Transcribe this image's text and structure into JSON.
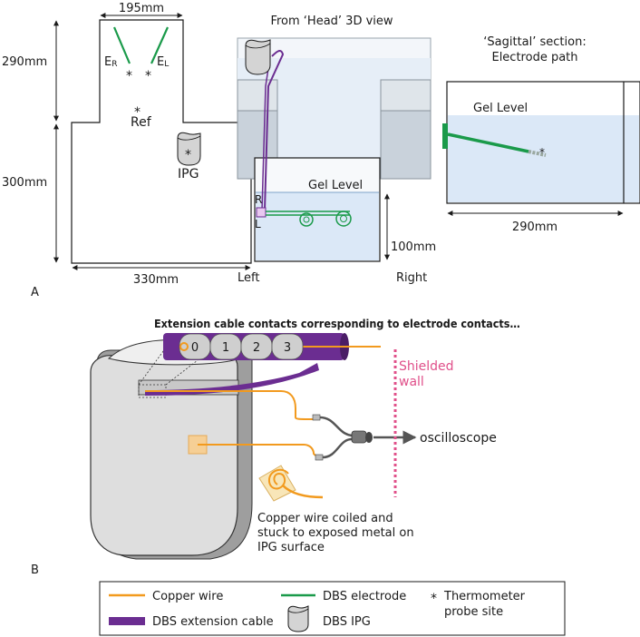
{
  "colors": {
    "copper": "#f29a1e",
    "electrode": "#1a9a4a",
    "extension": "#6b2d91",
    "gel": "#dbe8f7",
    "ipg": "#d4d4d4",
    "shield": "#e0508a"
  },
  "panelA": {
    "panel_label": "A",
    "phantom": {
      "top_width": "195mm",
      "upper_height": "290mm",
      "lower_height": "300mm",
      "bottom_width": "330mm",
      "electrode_right": "E",
      "electrode_right_sub": "R",
      "electrode_left": "E",
      "electrode_left_sub": "L",
      "ref_label": "Ref",
      "ipg_label": "IPG",
      "probe_symbol": "*"
    },
    "head_view": {
      "title": "From ‘Head’ 3D view",
      "gel_level": "Gel Level",
      "r_label": "R",
      "l_label": "L",
      "depth": "100mm",
      "left_label": "Left",
      "right_label": "Right"
    },
    "sagittal": {
      "title_line1": "‘Sagittal’ section:",
      "title_line2": "Electrode path",
      "gel_level": "Gel Level",
      "width": "290mm"
    }
  },
  "panelB": {
    "panel_label": "B",
    "heading": "Extension cable contacts corresponding to electrode contacts…",
    "contacts": [
      "0",
      "1",
      "2",
      "3"
    ],
    "shield_line1": "Shielded",
    "shield_line2": "wall",
    "oscilloscope": "oscilloscope",
    "note_line1": "Copper wire coiled and",
    "note_line2": "stuck to exposed metal on",
    "note_line3": "IPG surface"
  },
  "legend": {
    "copper_wire": "Copper wire",
    "dbs_electrode": "DBS electrode",
    "thermometer_line1": "Thermometer",
    "thermometer_line2": "probe site",
    "extension_cable": "DBS extension cable",
    "dbs_ipg": "DBS IPG",
    "star": "*"
  }
}
